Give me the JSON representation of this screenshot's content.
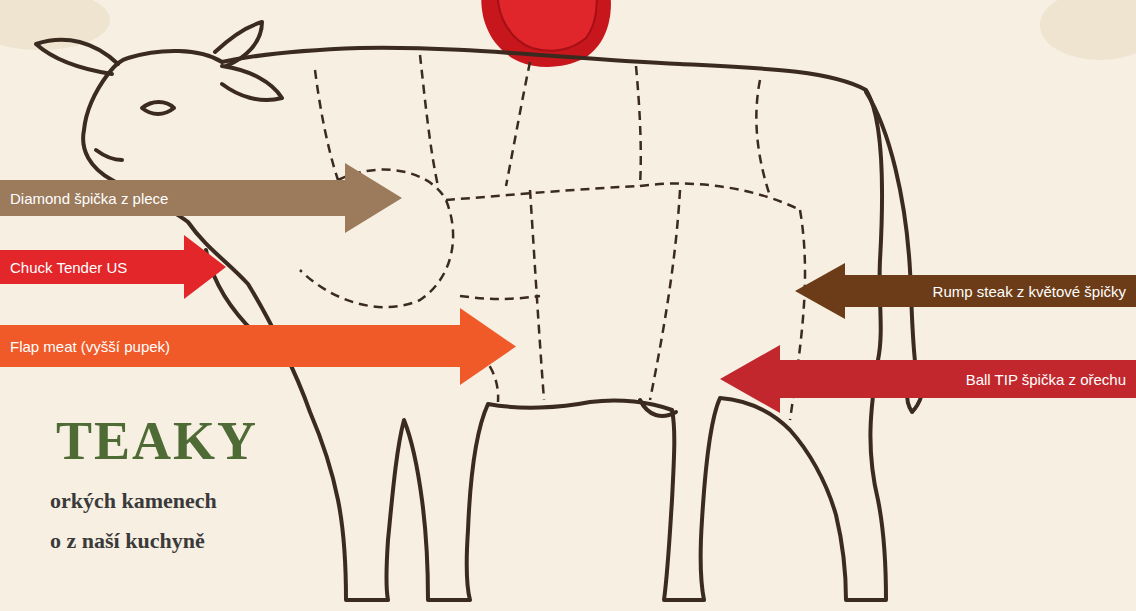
{
  "diagram": {
    "title": "TEAKY",
    "nodes": [
      {
        "text": [
          "Diamond špička z plece"
        ]
      },
      {
        "text": [
          "Chuck Tender US"
        ]
      },
      {
        "text": [
          "Rump steak z květové špičky"
        ]
      },
      {
        "text": [
          "Flap meat (vyšší pupek)"
        ]
      },
      {
        "text": [
          "Ball TIP špička z ořechu"
        ]
      }
    ],
    "labels": [
      "orkých kamenech",
      "o z naší kuchyně"
    ]
  }
}
